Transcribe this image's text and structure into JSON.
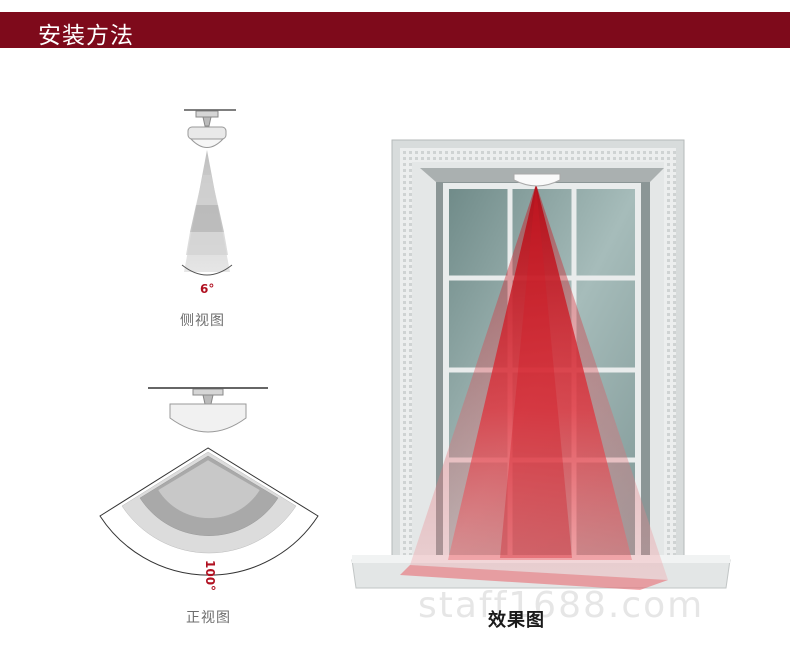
{
  "header": {
    "title": "安装方法",
    "bar_color": "#7e0a1b"
  },
  "side_view": {
    "angle_label": "6°",
    "caption": "侧视图"
  },
  "front_view": {
    "angle_label": "100°",
    "caption": "正视图"
  },
  "effect_view": {
    "caption": "效果图",
    "beam_color": "#c8141e"
  },
  "watermark": {
    "text": "staff1688.com"
  },
  "icons": [
    "sensor-icon",
    "window-frame-icon",
    "detection-beam-icon"
  ]
}
